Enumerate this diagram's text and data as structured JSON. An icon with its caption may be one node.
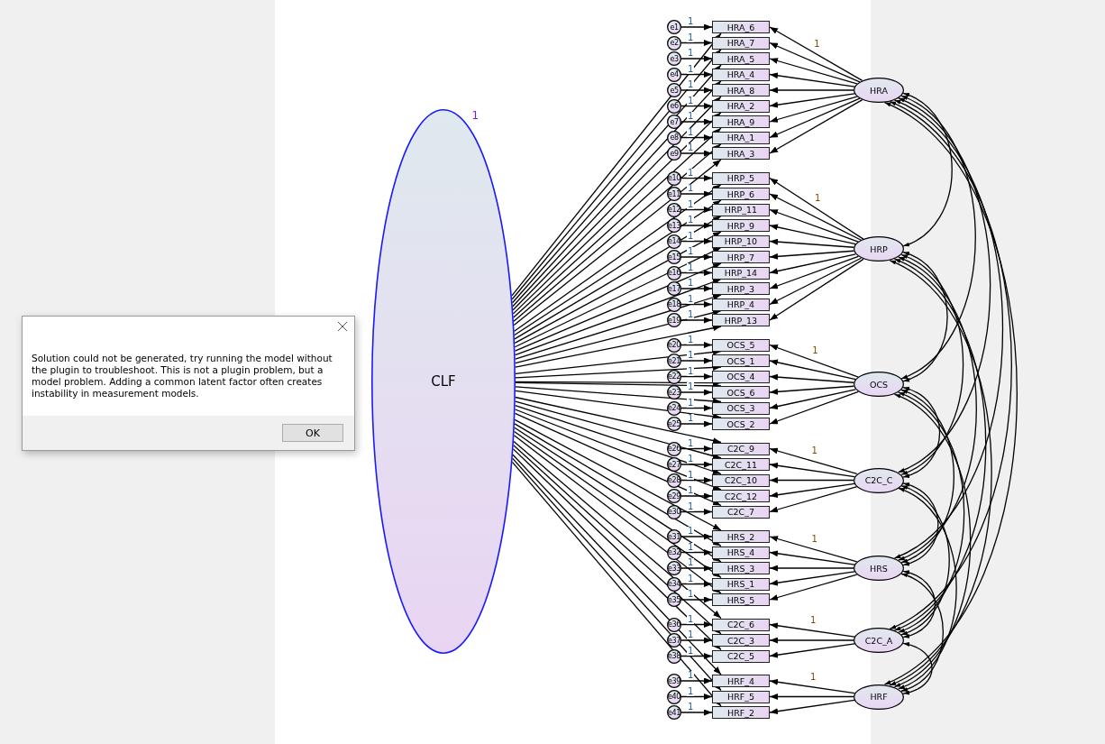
{
  "diagram": {
    "nodes": [
      {
        "text": [
          "CLF"
        ],
        "beside": [
          "1"
        ]
      },
      {
        "text": [
          "e1"
        ]
      },
      {
        "text": [
          "e2"
        ]
      },
      {
        "text": [
          "e3"
        ]
      },
      {
        "text": [
          "e4"
        ]
      },
      {
        "text": [
          "e5"
        ]
      },
      {
        "text": [
          "e6"
        ]
      },
      {
        "text": [
          "e7"
        ]
      },
      {
        "text": [
          "e8"
        ]
      },
      {
        "text": [
          "e9"
        ]
      },
      {
        "text": [
          "e10"
        ]
      },
      {
        "text": [
          "e11"
        ]
      },
      {
        "text": [
          "e12"
        ]
      },
      {
        "text": [
          "e13"
        ]
      },
      {
        "text": [
          "e14"
        ]
      },
      {
        "text": [
          "e15"
        ]
      },
      {
        "text": [
          "e16"
        ]
      },
      {
        "text": [
          "e17"
        ]
      },
      {
        "text": [
          "e18"
        ]
      },
      {
        "text": [
          "e19"
        ]
      },
      {
        "text": [
          "e20"
        ]
      },
      {
        "text": [
          "e21"
        ]
      },
      {
        "text": [
          "e22"
        ]
      },
      {
        "text": [
          "e23"
        ]
      },
      {
        "text": [
          "e24"
        ]
      },
      {
        "text": [
          "e25"
        ]
      },
      {
        "text": [
          "e26"
        ]
      },
      {
        "text": [
          "e27"
        ]
      },
      {
        "text": [
          "e28"
        ]
      },
      {
        "text": [
          "e29"
        ]
      },
      {
        "text": [
          "e30"
        ]
      },
      {
        "text": [
          "e31"
        ]
      },
      {
        "text": [
          "e32"
        ]
      },
      {
        "text": [
          "e33"
        ]
      },
      {
        "text": [
          "e34"
        ]
      },
      {
        "text": [
          "e35"
        ]
      },
      {
        "text": [
          "e36"
        ]
      },
      {
        "text": [
          "e37"
        ]
      },
      {
        "text": [
          "e38"
        ]
      },
      {
        "text": [
          "e39"
        ]
      },
      {
        "text": [
          "e40"
        ]
      },
      {
        "text": [
          "e41"
        ]
      },
      {
        "text": [
          "HRA_6"
        ]
      },
      {
        "text": [
          "HRA_7"
        ]
      },
      {
        "text": [
          "HRA_5"
        ]
      },
      {
        "text": [
          "HRA_4"
        ]
      },
      {
        "text": [
          "HRA_8"
        ]
      },
      {
        "text": [
          "HRA_2"
        ]
      },
      {
        "text": [
          "HRA_9"
        ]
      },
      {
        "text": [
          "HRA_1"
        ]
      },
      {
        "text": [
          "HRA_3"
        ]
      },
      {
        "text": [
          "HRP_5"
        ]
      },
      {
        "text": [
          "HRP_6"
        ]
      },
      {
        "text": [
          "HRP_11"
        ]
      },
      {
        "text": [
          "HRP_9"
        ]
      },
      {
        "text": [
          "HRP_10"
        ]
      },
      {
        "text": [
          "HRP_7"
        ]
      },
      {
        "text": [
          "HRP_14"
        ]
      },
      {
        "text": [
          "HRP_3"
        ]
      },
      {
        "text": [
          "HRP_4"
        ]
      },
      {
        "text": [
          "HRP_13"
        ]
      },
      {
        "text": [
          "OCS_5"
        ]
      },
      {
        "text": [
          "OCS_1"
        ]
      },
      {
        "text": [
          "OCS_4"
        ]
      },
      {
        "text": [
          "OCS_6"
        ]
      },
      {
        "text": [
          "OCS_3"
        ]
      },
      {
        "text": [
          "OCS_2"
        ]
      },
      {
        "text": [
          "C2C_9"
        ]
      },
      {
        "text": [
          "C2C_11"
        ]
      },
      {
        "text": [
          "C2C_10"
        ]
      },
      {
        "text": [
          "C2C_12"
        ]
      },
      {
        "text": [
          "C2C_7"
        ]
      },
      {
        "text": [
          "HRS_2"
        ]
      },
      {
        "text": [
          "HRS_4"
        ]
      },
      {
        "text": [
          "HRS_3"
        ]
      },
      {
        "text": [
          "HRS_1"
        ]
      },
      {
        "text": [
          "HRS_5"
        ]
      },
      {
        "text": [
          "C2C_6"
        ]
      },
      {
        "text": [
          "C2C_3"
        ]
      },
      {
        "text": [
          "C2C_5"
        ]
      },
      {
        "text": [
          "HRF_4"
        ]
      },
      {
        "text": [
          "HRF_5"
        ]
      },
      {
        "text": [
          "HRF_2"
        ]
      },
      {
        "text": [
          "HRA"
        ]
      },
      {
        "text": [
          "HRP"
        ]
      },
      {
        "text": [
          "OCS"
        ]
      },
      {
        "text": [
          "C2C_C"
        ]
      },
      {
        "text": [
          "HRS"
        ]
      },
      {
        "text": [
          "C2C_A"
        ]
      },
      {
        "text": [
          "HRF"
        ]
      },
      {
        "text": [
          "Solution could not be generated, try running the model without the plugin to troubleshoot. This is not a plugin problem, but a model problem. Adding a common latent factor often creates instability in measurement models."
        ]
      },
      {
        "text": [
          "OK"
        ],
        "in": 90
      }
    ],
    "edges": [
      {
        "from": 1,
        "to": 42,
        "arrow": "to",
        "label": "1"
      },
      {
        "from": 2,
        "to": 43,
        "arrow": "to",
        "label": "1"
      },
      {
        "from": 3,
        "to": 44,
        "arrow": "to",
        "label": "1"
      },
      {
        "from": 4,
        "to": 45,
        "arrow": "to",
        "label": "1"
      },
      {
        "from": 5,
        "to": 46,
        "arrow": "to",
        "label": "1"
      },
      {
        "from": 6,
        "to": 47,
        "arrow": "to",
        "label": "1"
      },
      {
        "from": 7,
        "to": 48,
        "arrow": "to",
        "label": "1"
      },
      {
        "from": 8,
        "to": 49,
        "arrow": "to",
        "label": "1"
      },
      {
        "from": 9,
        "to": 50,
        "arrow": "to",
        "label": "1"
      },
      {
        "from": 10,
        "to": 51,
        "arrow": "to",
        "label": "1"
      },
      {
        "from": 11,
        "to": 52,
        "arrow": "to",
        "label": "1"
      },
      {
        "from": 12,
        "to": 53,
        "arrow": "to",
        "label": "1"
      },
      {
        "from": 13,
        "to": 54,
        "arrow": "to",
        "label": "1"
      },
      {
        "from": 14,
        "to": 55,
        "arrow": "to",
        "label": "1"
      },
      {
        "from": 15,
        "to": 56,
        "arrow": "to",
        "label": "1"
      },
      {
        "from": 16,
        "to": 57,
        "arrow": "to",
        "label": "1"
      },
      {
        "from": 17,
        "to": 58,
        "arrow": "to",
        "label": "1"
      },
      {
        "from": 18,
        "to": 59,
        "arrow": "to",
        "label": "1"
      },
      {
        "from": 19,
        "to": 60,
        "arrow": "to",
        "label": "1"
      },
      {
        "from": 20,
        "to": 61,
        "arrow": "to",
        "label": "1"
      },
      {
        "from": 21,
        "to": 62,
        "arrow": "to",
        "label": "1"
      },
      {
        "from": 22,
        "to": 63,
        "arrow": "to",
        "label": "1"
      },
      {
        "from": 23,
        "to": 64,
        "arrow": "to",
        "label": "1"
      },
      {
        "from": 24,
        "to": 65,
        "arrow": "to",
        "label": "1"
      },
      {
        "from": 25,
        "to": 66,
        "arrow": "to",
        "label": "1"
      },
      {
        "from": 26,
        "to": 67,
        "arrow": "to",
        "label": "1"
      },
      {
        "from": 27,
        "to": 68,
        "arrow": "to",
        "label": "1"
      },
      {
        "from": 28,
        "to": 69,
        "arrow": "to",
        "label": "1"
      },
      {
        "from": 29,
        "to": 70,
        "arrow": "to",
        "label": "1"
      },
      {
        "from": 30,
        "to": 71,
        "arrow": "to",
        "label": "1"
      },
      {
        "from": 31,
        "to": 72,
        "arrow": "to",
        "label": "1"
      },
      {
        "from": 32,
        "to": 73,
        "arrow": "to",
        "label": "1"
      },
      {
        "from": 33,
        "to": 74,
        "arrow": "to",
        "label": "1"
      },
      {
        "from": 34,
        "to": 75,
        "arrow": "to",
        "label": "1"
      },
      {
        "from": 35,
        "to": 76,
        "arrow": "to",
        "label": "1"
      },
      {
        "from": 36,
        "to": 77,
        "arrow": "to",
        "label": "1"
      },
      {
        "from": 37,
        "to": 78,
        "arrow": "to",
        "label": "1"
      },
      {
        "from": 38,
        "to": 79,
        "arrow": "to",
        "label": "1"
      },
      {
        "from": 39,
        "to": 80,
        "arrow": "to",
        "label": "1"
      },
      {
        "from": 40,
        "to": 81,
        "arrow": "to",
        "label": "1"
      },
      {
        "from": 41,
        "to": 82,
        "arrow": "to",
        "label": "1"
      },
      {
        "from": 83,
        "to": 42,
        "arrow": "to",
        "label": "1"
      },
      {
        "from": 83,
        "to": 43,
        "arrow": "to"
      },
      {
        "from": 83,
        "to": 44,
        "arrow": "to"
      },
      {
        "from": 83,
        "to": 45,
        "arrow": "to"
      },
      {
        "from": 83,
        "to": 46,
        "arrow": "to"
      },
      {
        "from": 83,
        "to": 47,
        "arrow": "to"
      },
      {
        "from": 83,
        "to": 48,
        "arrow": "to"
      },
      {
        "from": 83,
        "to": 49,
        "arrow": "to"
      },
      {
        "from": 83,
        "to": 50,
        "arrow": "to"
      },
      {
        "from": 84,
        "to": 51,
        "arrow": "to",
        "label": "1"
      },
      {
        "from": 84,
        "to": 52,
        "arrow": "to"
      },
      {
        "from": 84,
        "to": 53,
        "arrow": "to"
      },
      {
        "from": 84,
        "to": 54,
        "arrow": "to"
      },
      {
        "from": 84,
        "to": 55,
        "arrow": "to"
      },
      {
        "from": 84,
        "to": 56,
        "arrow": "to"
      },
      {
        "from": 84,
        "to": 57,
        "arrow": "to"
      },
      {
        "from": 84,
        "to": 58,
        "arrow": "to"
      },
      {
        "from": 84,
        "to": 59,
        "arrow": "to"
      },
      {
        "from": 84,
        "to": 60,
        "arrow": "to"
      },
      {
        "from": 85,
        "to": 61,
        "arrow": "to",
        "label": "1"
      },
      {
        "from": 85,
        "to": 62,
        "arrow": "to"
      },
      {
        "from": 85,
        "to": 63,
        "arrow": "to"
      },
      {
        "from": 85,
        "to": 64,
        "arrow": "to"
      },
      {
        "from": 85,
        "to": 65,
        "arrow": "to"
      },
      {
        "from": 85,
        "to": 66,
        "arrow": "to"
      },
      {
        "from": 86,
        "to": 67,
        "arrow": "to",
        "label": "1"
      },
      {
        "from": 86,
        "to": 68,
        "arrow": "to"
      },
      {
        "from": 86,
        "to": 69,
        "arrow": "to"
      },
      {
        "from": 86,
        "to": 70,
        "arrow": "to"
      },
      {
        "from": 86,
        "to": 71,
        "arrow": "to"
      },
      {
        "from": 87,
        "to": 72,
        "arrow": "to",
        "label": "1"
      },
      {
        "from": 87,
        "to": 73,
        "arrow": "to"
      },
      {
        "from": 87,
        "to": 74,
        "arrow": "to"
      },
      {
        "from": 87,
        "to": 75,
        "arrow": "to"
      },
      {
        "from": 87,
        "to": 76,
        "arrow": "to"
      },
      {
        "from": 88,
        "to": 77,
        "arrow": "to",
        "label": "1"
      },
      {
        "from": 88,
        "to": 78,
        "arrow": "to"
      },
      {
        "from": 88,
        "to": 79,
        "arrow": "to"
      },
      {
        "from": 89,
        "to": 80,
        "arrow": "to",
        "label": "1"
      },
      {
        "from": 89,
        "to": 81,
        "arrow": "to"
      },
      {
        "from": 89,
        "to": 82,
        "arrow": "to"
      },
      {
        "from": 0,
        "to": 42,
        "arrow": "to"
      },
      {
        "from": 0,
        "to": 43,
        "arrow": "to"
      },
      {
        "from": 0,
        "to": 44,
        "arrow": "to"
      },
      {
        "from": 0,
        "to": 45,
        "arrow": "to"
      },
      {
        "from": 0,
        "to": 46,
        "arrow": "to"
      },
      {
        "from": 0,
        "to": 47,
        "arrow": "to"
      },
      {
        "from": 0,
        "to": 48,
        "arrow": "to"
      },
      {
        "from": 0,
        "to": 49,
        "arrow": "to"
      },
      {
        "from": 0,
        "to": 50,
        "arrow": "to"
      },
      {
        "from": 0,
        "to": 51,
        "arrow": "to"
      },
      {
        "from": 0,
        "to": 52,
        "arrow": "to"
      },
      {
        "from": 0,
        "to": 53,
        "arrow": "to"
      },
      {
        "from": 0,
        "to": 54,
        "arrow": "to"
      },
      {
        "from": 0,
        "to": 55,
        "arrow": "to"
      },
      {
        "from": 0,
        "to": 56,
        "arrow": "to"
      },
      {
        "from": 0,
        "to": 57,
        "arrow": "to"
      },
      {
        "from": 0,
        "to": 58,
        "arrow": "to"
      },
      {
        "from": 0,
        "to": 59,
        "arrow": "to"
      },
      {
        "from": 0,
        "to": 60,
        "arrow": "to"
      },
      {
        "from": 0,
        "to": 61,
        "arrow": "to"
      },
      {
        "from": 0,
        "to": 62,
        "arrow": "to"
      },
      {
        "from": 0,
        "to": 63,
        "arrow": "to"
      },
      {
        "from": 0,
        "to": 64,
        "arrow": "to"
      },
      {
        "from": 0,
        "to": 65,
        "arrow": "to"
      },
      {
        "from": 0,
        "to": 66,
        "arrow": "to"
      },
      {
        "from": 0,
        "to": 67,
        "arrow": "to"
      },
      {
        "from": 0,
        "to": 68,
        "arrow": "to"
      },
      {
        "from": 0,
        "to": 69,
        "arrow": "to"
      },
      {
        "from": 0,
        "to": 70,
        "arrow": "to"
      },
      {
        "from": 0,
        "to": 71,
        "arrow": "to"
      },
      {
        "from": 0,
        "to": 72,
        "arrow": "to"
      },
      {
        "from": 0,
        "to": 73,
        "arrow": "to"
      },
      {
        "from": 0,
        "to": 74,
        "arrow": "to"
      },
      {
        "from": 0,
        "to": 75,
        "arrow": "to"
      },
      {
        "from": 0,
        "to": 76,
        "arrow": "to"
      },
      {
        "from": 0,
        "to": 77,
        "arrow": "to"
      },
      {
        "from": 0,
        "to": 78,
        "arrow": "to"
      },
      {
        "from": 0,
        "to": 79,
        "arrow": "to"
      },
      {
        "from": 0,
        "to": 80,
        "arrow": "to"
      },
      {
        "from": 0,
        "to": 81,
        "arrow": "to"
      },
      {
        "from": 0,
        "to": 82,
        "arrow": "to"
      },
      {
        "from": 83,
        "to": 84,
        "arrow": "both"
      },
      {
        "from": 83,
        "to": 85,
        "arrow": "both"
      },
      {
        "from": 83,
        "to": 86,
        "arrow": "both"
      },
      {
        "from": 83,
        "to": 87,
        "arrow": "both"
      },
      {
        "from": 83,
        "to": 88,
        "arrow": "both"
      },
      {
        "from": 83,
        "to": 89,
        "arrow": "both"
      },
      {
        "from": 84,
        "to": 85,
        "arrow": "both"
      },
      {
        "from": 84,
        "to": 86,
        "arrow": "both"
      },
      {
        "from": 84,
        "to": 87,
        "arrow": "both"
      },
      {
        "from": 84,
        "to": 88,
        "arrow": "both"
      },
      {
        "from": 84,
        "to": 89,
        "arrow": "both"
      },
      {
        "from": 85,
        "to": 86,
        "arrow": "both"
      },
      {
        "from": 85,
        "to": 87,
        "arrow": "both"
      },
      {
        "from": 85,
        "to": 88,
        "arrow": "both"
      },
      {
        "from": 85,
        "to": 89,
        "arrow": "both"
      },
      {
        "from": 86,
        "to": 87,
        "arrow": "both"
      },
      {
        "from": 86,
        "to": 88,
        "arrow": "both"
      },
      {
        "from": 86,
        "to": 89,
        "arrow": "both"
      },
      {
        "from": 87,
        "to": 88,
        "arrow": "both"
      },
      {
        "from": 87,
        "to": 89,
        "arrow": "both"
      },
      {
        "from": 88,
        "to": 89,
        "arrow": "both"
      }
    ]
  }
}
